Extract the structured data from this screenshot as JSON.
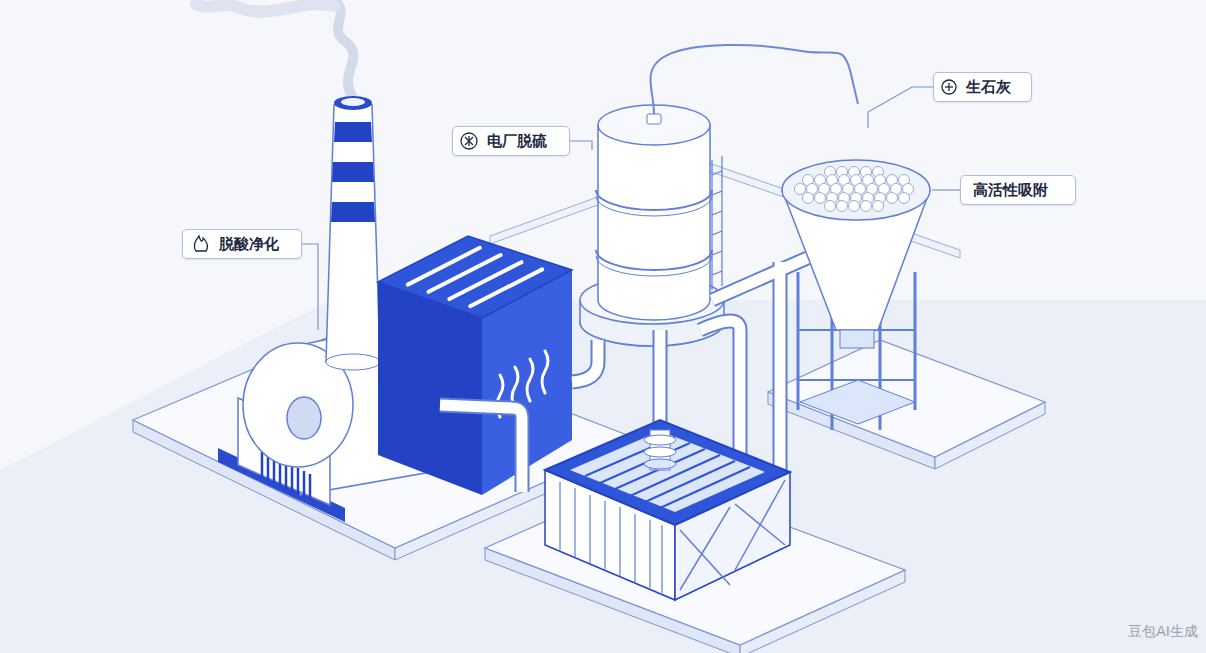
{
  "diagram": {
    "nodes": [
      {
        "text": [
          "生石灰"
        ]
      },
      {
        "text": [
          "电厂脱硫"
        ]
      },
      {
        "text": [
          "高活性吸附"
        ]
      },
      {
        "text": [
          "脱酸净化"
        ]
      }
    ],
    "labels": [
      "豆包AI生成"
    ]
  }
}
